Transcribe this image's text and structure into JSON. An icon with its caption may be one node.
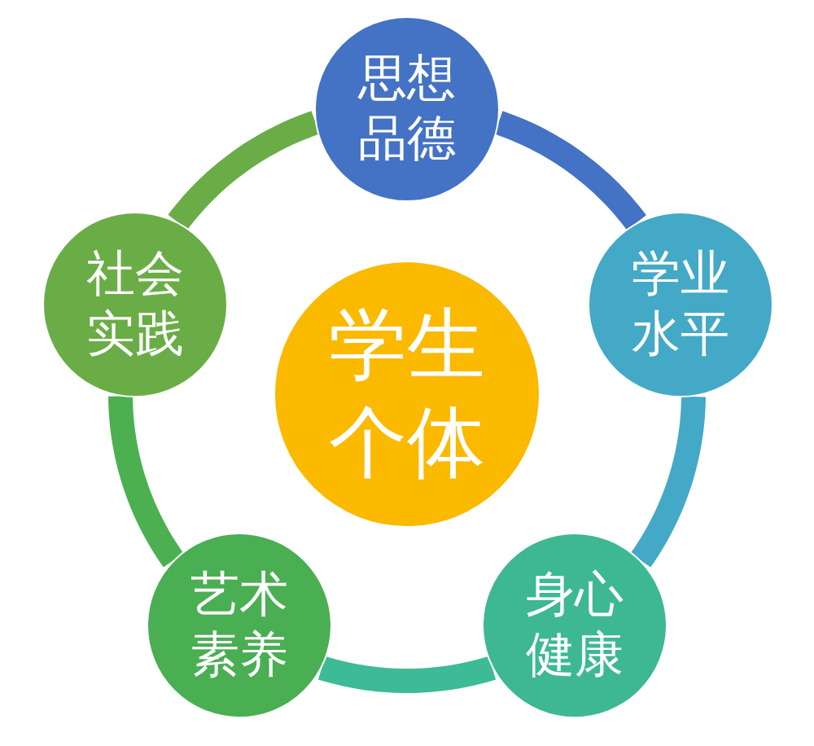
{
  "diagram": {
    "nodes": [
      {
        "text": [
          "思想品德"
        ]
      },
      {
        "text": [
          "社会实践"
        ]
      },
      {
        "text": [
          "学生个体"
        ]
      },
      {
        "text": [
          "学业水平"
        ]
      },
      {
        "text": [
          "艺术素养"
        ]
      },
      {
        "text": [
          "身心健康"
        ]
      }
    ],
    "edges": [
      {
        "from": 0,
        "to": 3,
        "arrow": "none",
        "color": "#4472c4"
      },
      {
        "from": 3,
        "to": 5,
        "arrow": "none",
        "color": "#43a9c6"
      },
      {
        "from": 5,
        "to": 4,
        "arrow": "none",
        "color": "#3dbb97"
      },
      {
        "from": 4,
        "to": 1,
        "arrow": "none",
        "color": "#4cb050"
      },
      {
        "from": 1,
        "to": 0,
        "arrow": "none",
        "color": "#6aad47"
      }
    ]
  }
}
